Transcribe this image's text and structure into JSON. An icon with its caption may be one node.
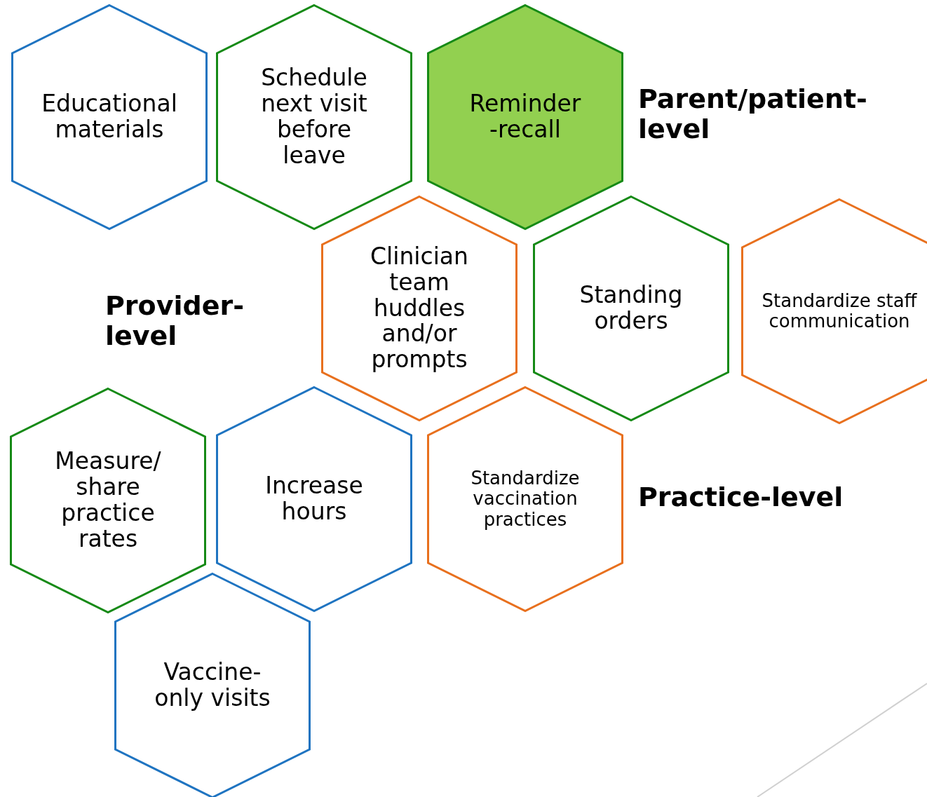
{
  "diagram": {
    "nodes": [
      {
        "text": [
          "Educational materials"
        ]
      },
      {
        "text": [
          "Schedule next visit before leave"
        ]
      },
      {
        "text": [
          "Reminder -recall"
        ]
      },
      {
        "text": [
          "Clinician team huddles and/or prompts"
        ]
      },
      {
        "text": [
          "Standing orders"
        ]
      },
      {
        "text": [
          "Standardize staff communication"
        ]
      },
      {
        "text": [
          "Measure/ share practice rates"
        ]
      },
      {
        "text": [
          "Increase hours"
        ]
      },
      {
        "text": [
          "Standardize vaccination practices"
        ]
      },
      {
        "text": [
          "Vaccine- only visits"
        ]
      }
    ],
    "labels": [
      "Parent/patient- level",
      "Provider-level",
      "Practice-level"
    ]
  }
}
